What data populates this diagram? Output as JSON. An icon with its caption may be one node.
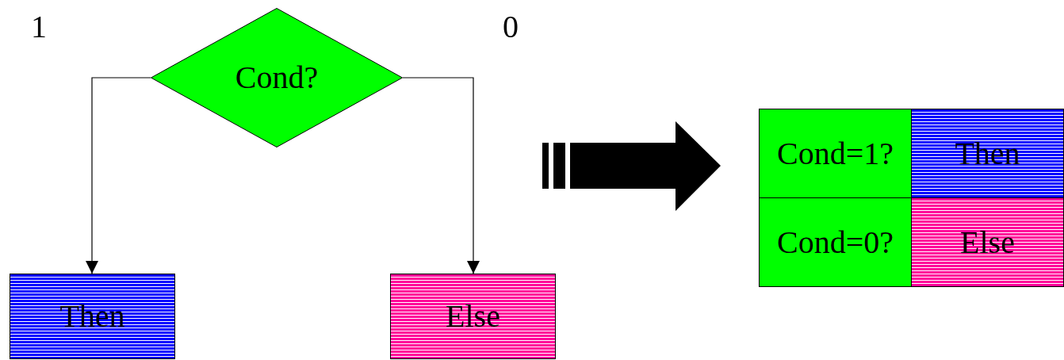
{
  "diagram": {
    "nodes": [
      {
        "text": [
          "Cond?"
        ]
      },
      {
        "text": [
          "Then"
        ]
      },
      {
        "text": [
          "Else"
        ]
      },
      {
        "text": [
          "Cond=1?"
        ]
      },
      {
        "text": [
          "Then"
        ]
      },
      {
        "text": [
          "Cond=0?"
        ]
      },
      {
        "text": [
          "Else"
        ]
      }
    ],
    "edges": [
      {
        "from": 0,
        "to": 1,
        "arrow": "to",
        "label": "1"
      },
      {
        "from": 0,
        "to": 2,
        "arrow": "to",
        "label": "0"
      }
    ]
  }
}
